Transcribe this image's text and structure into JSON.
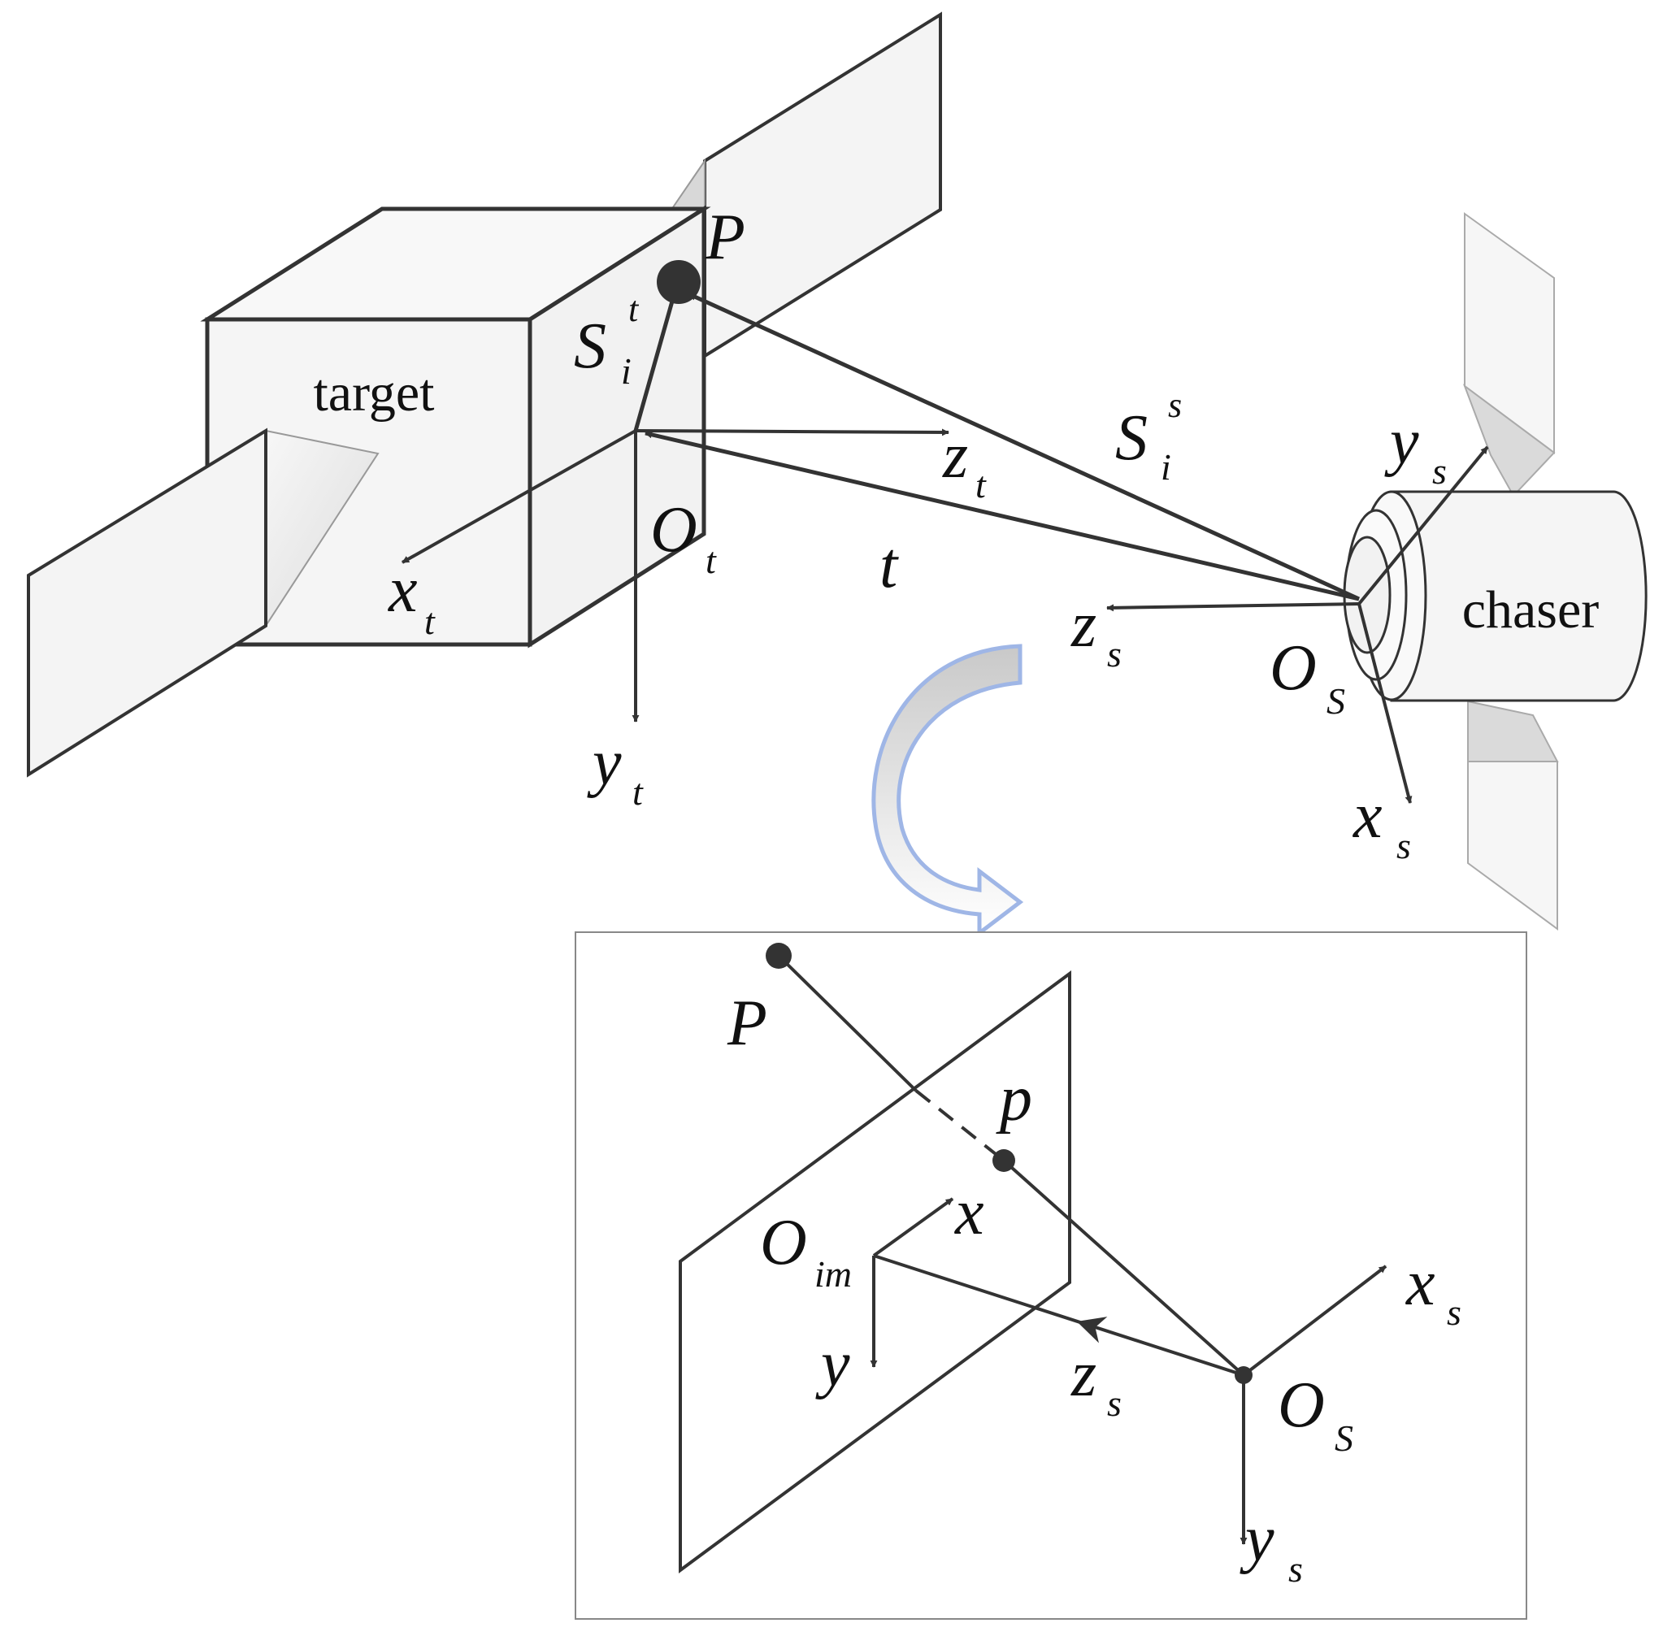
{
  "labels": {
    "target": "target",
    "chaser": "chaser",
    "P_top": "P",
    "S_t_main": "S",
    "S_t_sup": "t",
    "S_t_sub": "i",
    "S_s_main": "S",
    "S_s_sup": "s",
    "S_s_sub": "i",
    "z_t": "z",
    "z_t_sub": "t",
    "O_t": "O",
    "O_t_sub": "t",
    "t_vec": "t",
    "x_t": "x",
    "x_t_sub": "t",
    "y_t": "y",
    "y_t_sub": "t",
    "y_s_top": "y",
    "y_s_top_sub": "s",
    "z_s_top": "z",
    "z_s_top_sub": "s",
    "O_S_top": "O",
    "O_S_top_sub": "S",
    "x_s_top": "x",
    "x_s_top_sub": "s",
    "P_bottom": "P",
    "p_image": "p",
    "x_img": "x",
    "O_im": "O",
    "O_im_sub": "im",
    "y_img": "y",
    "z_s_bot": "z",
    "z_s_bot_sub": "s",
    "O_S_bot": "O",
    "O_S_bot_sub": "S",
    "x_s_bot": "x",
    "x_s_bot_sub": "s",
    "y_s_bot": "y",
    "y_s_bot_sub": "s"
  }
}
